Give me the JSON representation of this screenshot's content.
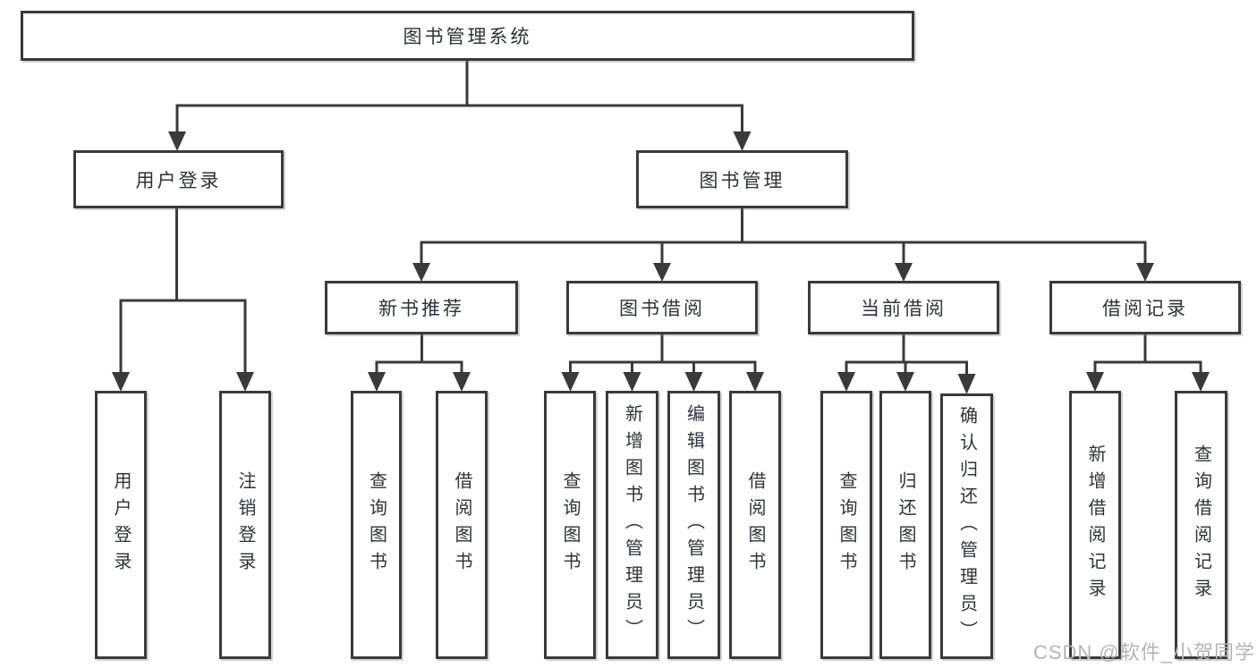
{
  "tree": {
    "root": "图书管理系统",
    "branches": [
      {
        "label": "用户登录",
        "children": [
          {
            "label": "用户登录"
          },
          {
            "label": "注销登录"
          }
        ]
      },
      {
        "label": "图书管理",
        "children": [
          {
            "label": "新书推荐",
            "children": [
              {
                "label": "查询图书"
              },
              {
                "label": "借阅图书"
              }
            ]
          },
          {
            "label": "图书借阅",
            "children": [
              {
                "label": "查询图书"
              },
              {
                "label": "新增图书（管理员）"
              },
              {
                "label": "编辑图书（管理员）"
              },
              {
                "label": "借阅图书"
              }
            ]
          },
          {
            "label": "当前借阅",
            "children": [
              {
                "label": "查询图书"
              },
              {
                "label": "归还图书"
              },
              {
                "label": "确认归还（管理员）"
              }
            ]
          },
          {
            "label": "借阅记录",
            "children": [
              {
                "label": "新增借阅记录"
              },
              {
                "label": "查询借阅记录"
              }
            ]
          }
        ]
      }
    ]
  },
  "watermark": {
    "text": "CSDN @软件_小贺同学"
  },
  "colors": {
    "line": "#3a3a3a",
    "text": "#30323a",
    "watermark": "#b5b5b8",
    "background": "#ffffff"
  }
}
